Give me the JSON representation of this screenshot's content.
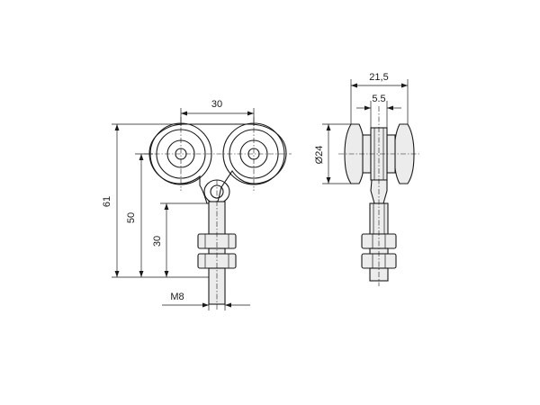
{
  "dimensions": {
    "front": {
      "wheel_spacing": "30",
      "total_height": "61",
      "height_mid": "50",
      "height_low": "30",
      "thread": "M8"
    },
    "side": {
      "width": "21,5",
      "inner_width": "5.5",
      "wheel_diameter": "Ø24"
    }
  },
  "colors": {
    "line": "#1a1a1a",
    "part_fill": "#ececec",
    "background": "#ffffff"
  }
}
